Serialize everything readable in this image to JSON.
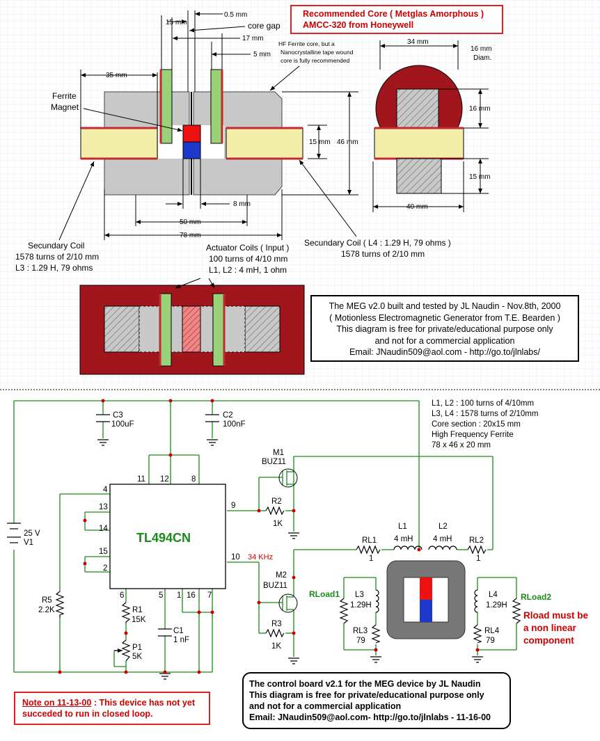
{
  "core_diagram": {
    "dimensions": {
      "d15": "15 mm",
      "d05": "0.5 mm",
      "core_gap": "core gap",
      "d17": "17 mm",
      "d5": "5 mm",
      "d35": "35 mm",
      "d15b": "15 mm",
      "d46": "46 mm",
      "d8": "8 mm",
      "d50": "50 mm",
      "d78": "78 mm",
      "d34": "34 mm",
      "d16diam_a": "16 mm",
      "d16diam_b": "Diam.",
      "d16": "16 mm",
      "d15c": "15 mm",
      "d40": "40 mm"
    },
    "hf_note": [
      "HF Ferrite core, but a",
      "Nanocrystalline tape wound",
      "core is fully recommended"
    ],
    "ferrite_magnet": [
      "Ferrite",
      "Magnet"
    ],
    "secundary_left": [
      "Secundary Coil",
      "1578 turns of 2/10 mm",
      "L3 : 1.29 H, 79 ohms"
    ],
    "actuator": [
      "Actuator Coils ( Input )",
      "100 turns of 4/10 mm",
      "L1, L2 : 4 mH, 1 ohm"
    ],
    "secundary_right": [
      "Secundary Coil ( L4 : 1.29 H, 79 ohms )",
      "1578 turns of 2/10 mm"
    ],
    "recommended_core": [
      "Recommended Core ( Metglas Amorphous )",
      "AMCC-320 from Honeywell"
    ]
  },
  "credits": [
    "The MEG v2.0 built and tested by JL Naudin - Nov.8th, 2000",
    "( Motionless Electromagnetic Generator from T.E. Bearden )",
    "This diagram is free for private/educational purpose only",
    "and not for a commercial application",
    "Email: JNaudin509@aol.com - http://go.to/jlnlabs/"
  ],
  "schematic": {
    "specs": [
      "L1, L2 : 100 turns of 4/10mm",
      "L3, L4 : 1578 turns of 2/10mm",
      "Core section : 20x15 mm",
      "High Frequency Ferrite",
      "78 x 46 x 20 mm"
    ],
    "ic": "TL494CN",
    "pins": {
      "p11": "11",
      "p12": "12",
      "p8": "8",
      "p4": "4",
      "p13": "13",
      "p14": "14",
      "p15": "15",
      "p2": "2",
      "p9": "9",
      "p10": "10",
      "p6": "6",
      "p5": "5",
      "p1": "1",
      "p16": "16",
      "p7": "7"
    },
    "freq": "34 KHz",
    "c3": [
      "C3",
      "100uF"
    ],
    "c2": [
      "C2",
      "100nF"
    ],
    "v1": [
      "25 V",
      "V1"
    ],
    "r5": [
      "R5",
      "2.2K"
    ],
    "r1": [
      "R1",
      "15K"
    ],
    "p1": [
      "P1",
      "5K"
    ],
    "c1": [
      "C1",
      "1 nF"
    ],
    "m1": [
      "M1",
      "BUZ11"
    ],
    "m2": [
      "M2",
      "BUZ11"
    ],
    "r2": [
      "R2",
      "1K"
    ],
    "r3": [
      "R3",
      "1K"
    ],
    "rl1": [
      "RL1",
      "1"
    ],
    "rl2": [
      "RL2",
      "1"
    ],
    "l1": [
      "L1",
      "4 mH"
    ],
    "l2": [
      "L2",
      "4 mH"
    ],
    "l3": [
      "L3",
      "1.29H"
    ],
    "l4": [
      "L4",
      "1.29H"
    ],
    "rl3": [
      "RL3",
      "79"
    ],
    "rl4": [
      "RL4",
      "79"
    ],
    "rload1": "RLoad1",
    "rload2": "RLoad2",
    "nonlinear": [
      "Rload must be",
      "a non linear",
      "component"
    ],
    "board": [
      "The control board v2.1 for the MEG device by JL Naudin",
      "This diagram is free for private/educational purpose only",
      "and not for a commercial application",
      "Email: JNaudin509@aol.com- http://go.to/jlnlabs - 11-16-00"
    ],
    "note_date": "Note on 11-13-00",
    "note_rest": " : This device has not yet",
    "note_line2": "succeded to run in closed loop."
  },
  "colors": {
    "grid": "#c8c8ee",
    "core": "#c8c8c8",
    "coil_green": "#9ad27a",
    "coil_yellow": "#f2eeaa",
    "coil_red": "#c02a30",
    "magnet_red": "#ee1111",
    "magnet_blue": "#1d39cc",
    "amorphous_red": "#a0161c",
    "schematic_green": "#1a8a1a",
    "alert_red": "#cc0000"
  }
}
